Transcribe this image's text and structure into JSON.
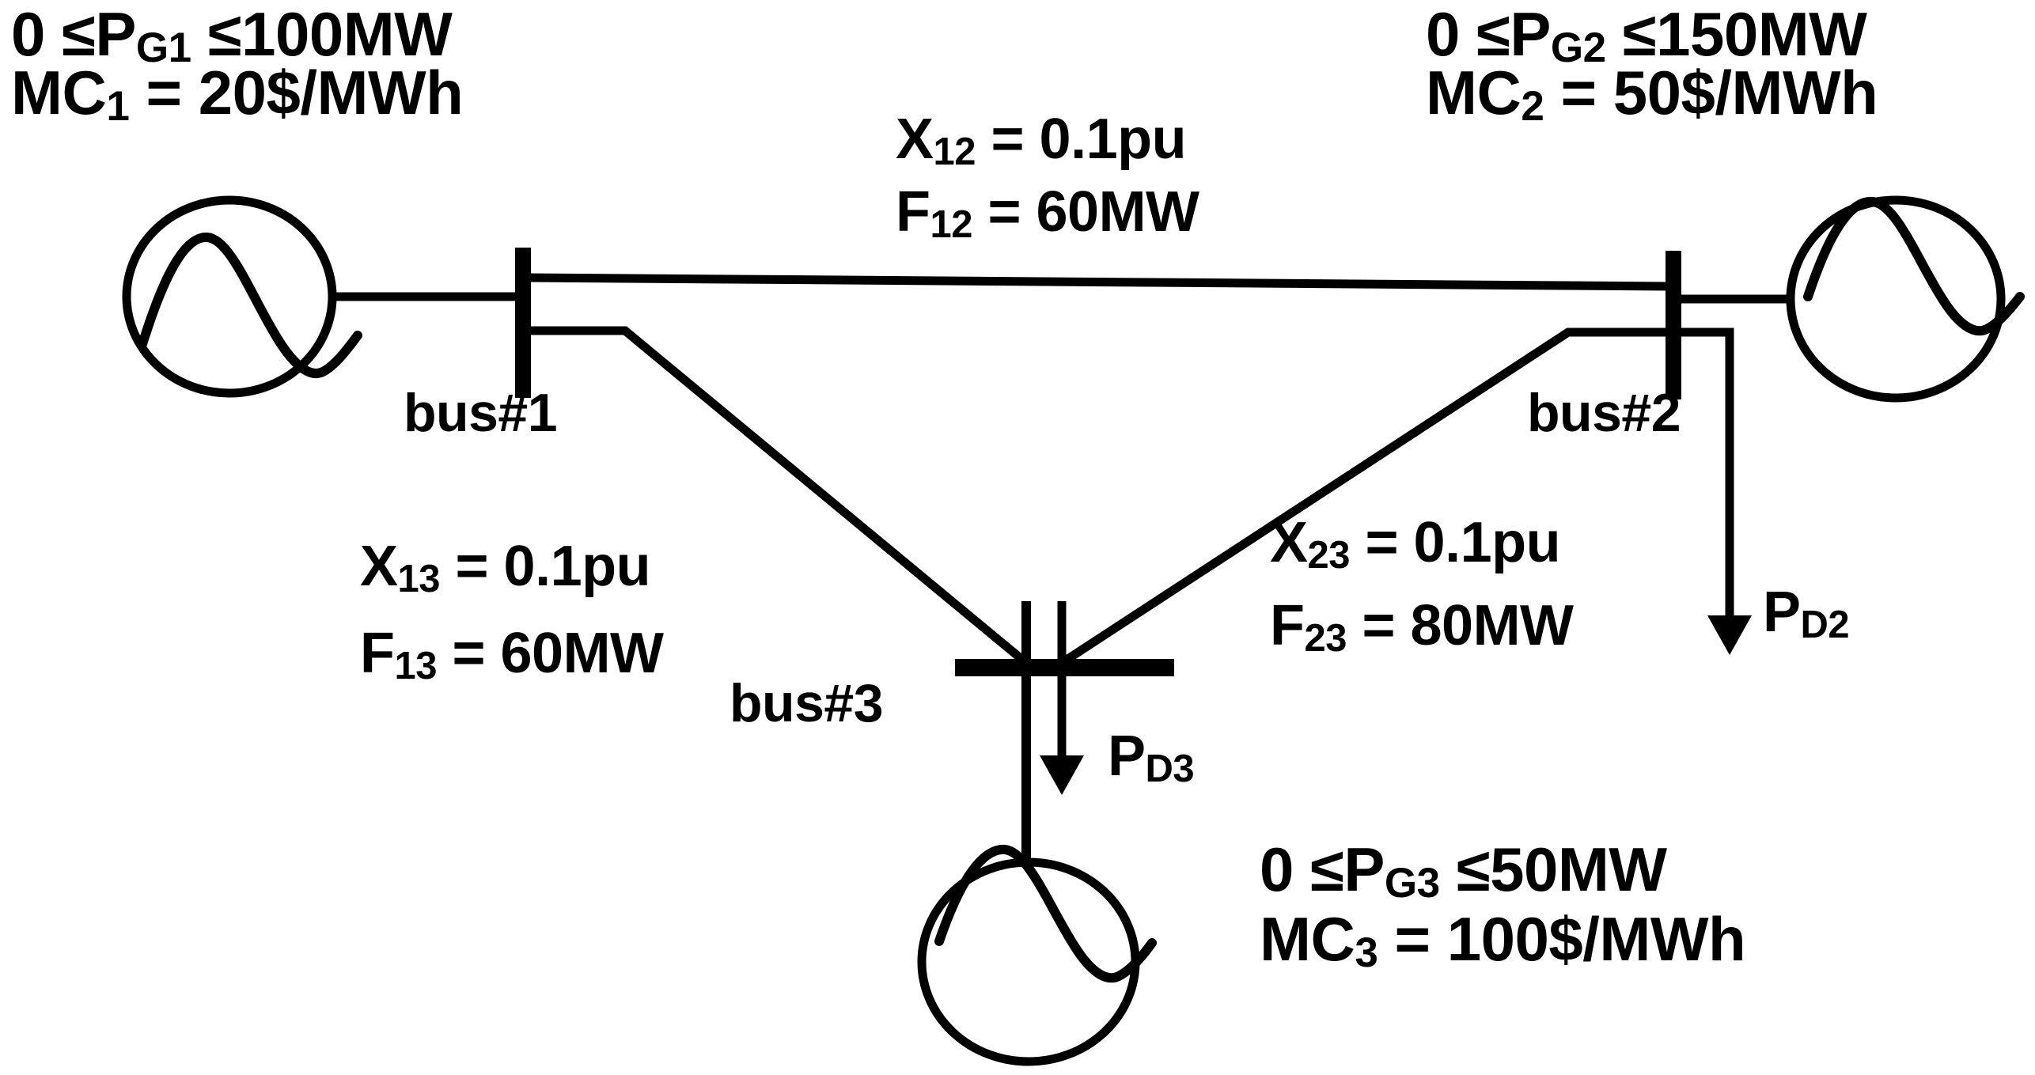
{
  "diagram": {
    "title": "Three-bus power system one-line diagram",
    "stroke_color": "#000000",
    "background_color": "#ffffff"
  },
  "generators": [
    {
      "id": "gen1",
      "icon": "ac-source-icon",
      "bus": "bus#1",
      "limit_text": "0 ≤P",
      "limit_sub": "G1",
      "limit_tail": " ≤100MW",
      "cost_text": "MC",
      "cost_sub": "1",
      "cost_tail": " = 20$/MWh"
    },
    {
      "id": "gen2",
      "icon": "ac-source-icon",
      "bus": "bus#2",
      "limit_text": "0 ≤P",
      "limit_sub": "G2",
      "limit_tail": " ≤150MW",
      "cost_text": "MC",
      "cost_sub": "2",
      "cost_tail": " = 50$/MWh"
    },
    {
      "id": "gen3",
      "icon": "ac-source-icon",
      "bus": "bus#3",
      "limit_text": "0 ≤P",
      "limit_sub": "G3",
      "limit_tail": "  ≤50MW",
      "cost_text": "MC",
      "cost_sub": "3",
      "cost_tail": " = 100$/MWh"
    }
  ],
  "buses": [
    {
      "id": "bus1",
      "label": "bus#1"
    },
    {
      "id": "bus2",
      "label": "bus#2"
    },
    {
      "id": "bus3",
      "label": "bus#3"
    }
  ],
  "lines": [
    {
      "id": "line12",
      "from": "bus#1",
      "to": "bus#2",
      "x_text": "X",
      "x_sub": "12",
      "x_tail": " = 0.1pu",
      "f_text": "F",
      "f_sub": "12",
      "f_tail": " = 60MW"
    },
    {
      "id": "line13",
      "from": "bus#1",
      "to": "bus#3",
      "x_text": "X",
      "x_sub": "13",
      "x_tail": " = 0.1pu",
      "f_text": "F",
      "f_sub": "13",
      "f_tail": " = 60MW"
    },
    {
      "id": "line23",
      "from": "bus#2",
      "to": "bus#3",
      "x_text": "X",
      "x_sub": "23",
      "x_tail": " = 0.1pu",
      "f_text": "F",
      "f_sub": "23",
      "f_tail": " = 80MW"
    }
  ],
  "loads": [
    {
      "id": "load2",
      "bus": "bus#2",
      "label_text": "P",
      "label_sub": "D2"
    },
    {
      "id": "load3",
      "bus": "bus#3",
      "label_text": "P",
      "label_sub": "D3"
    }
  ],
  "chart_data": {
    "type": "diagram",
    "title": "Three-bus power system one-line diagram",
    "nodes": [
      {
        "name": "bus#1",
        "generator": "G1",
        "pg_min": 0,
        "pg_max": 100,
        "pg_unit": "MW",
        "mc": 20,
        "mc_unit": "$/MWh",
        "load": null
      },
      {
        "name": "bus#2",
        "generator": "G2",
        "pg_min": 0,
        "pg_max": 150,
        "pg_unit": "MW",
        "mc": 50,
        "mc_unit": "$/MWh",
        "load": "P_D2"
      },
      {
        "name": "bus#3",
        "generator": "G3",
        "pg_min": 0,
        "pg_max": 50,
        "pg_unit": "MW",
        "mc": 100,
        "mc_unit": "$/MWh",
        "load": "P_D3"
      }
    ],
    "edges": [
      {
        "from": "bus#1",
        "to": "bus#2",
        "reactance_pu": 0.1,
        "flow_limit_mw": 60
      },
      {
        "from": "bus#1",
        "to": "bus#3",
        "reactance_pu": 0.1,
        "flow_limit_mw": 60
      },
      {
        "from": "bus#2",
        "to": "bus#3",
        "reactance_pu": 0.1,
        "flow_limit_mw": 80
      }
    ]
  }
}
